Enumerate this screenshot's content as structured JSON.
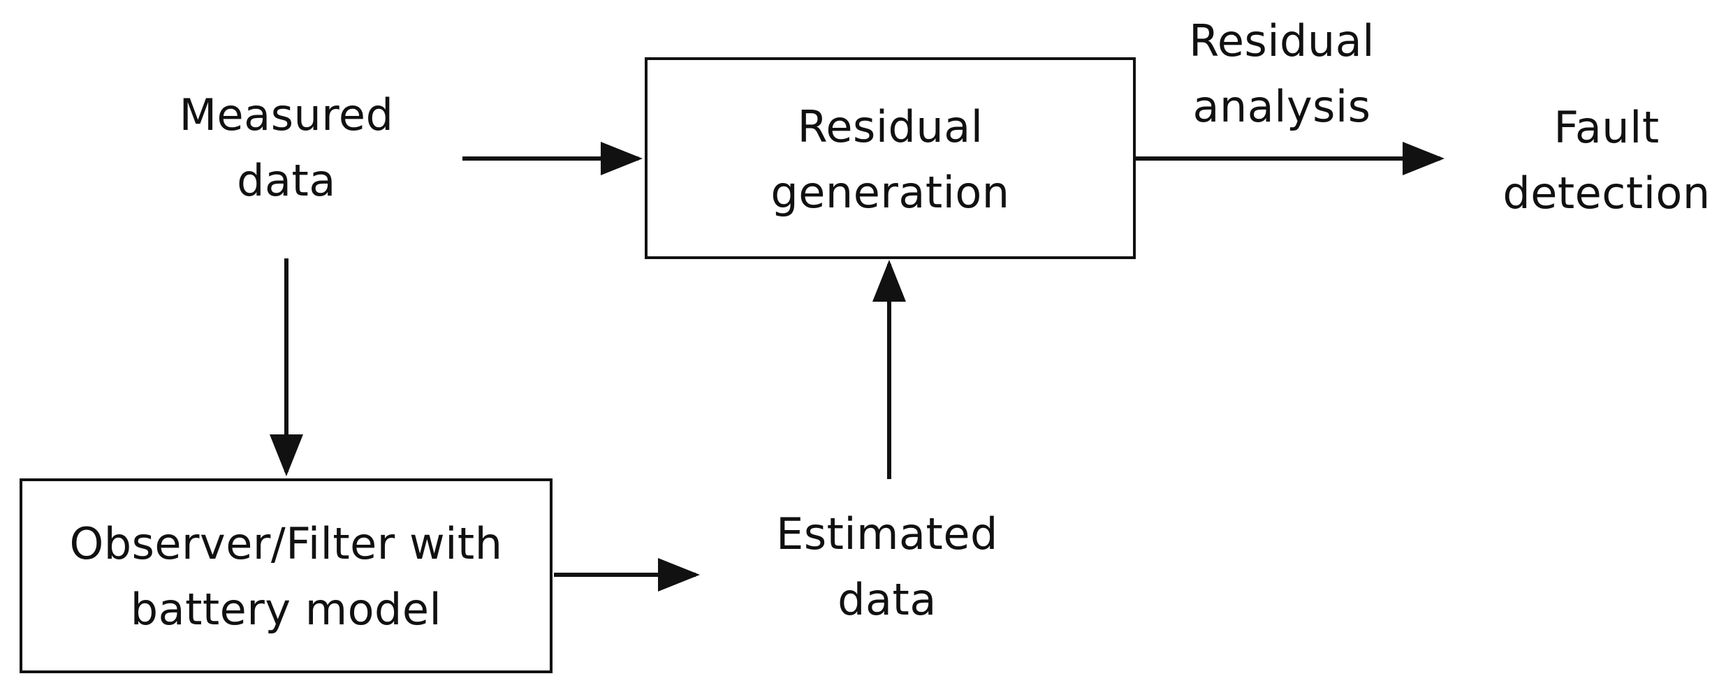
{
  "diagram": {
    "nodes": {
      "measured_data": "Measured\ndata",
      "residual_generation": "Residual\ngeneration",
      "residual_analysis": "Residual\nanalysis",
      "fault_detection": "Fault\ndetection",
      "observer_filter": "Observer/Filter with\nbattery model",
      "estimated_data": "Estimated\ndata"
    },
    "edges": [
      {
        "from": "measured_data",
        "to": "residual_generation"
      },
      {
        "from": "measured_data",
        "to": "observer_filter"
      },
      {
        "from": "observer_filter",
        "to": "estimated_data"
      },
      {
        "from": "estimated_data",
        "to": "residual_generation"
      },
      {
        "from": "residual_generation",
        "to": "fault_detection",
        "label_ref": "residual_analysis"
      }
    ]
  }
}
